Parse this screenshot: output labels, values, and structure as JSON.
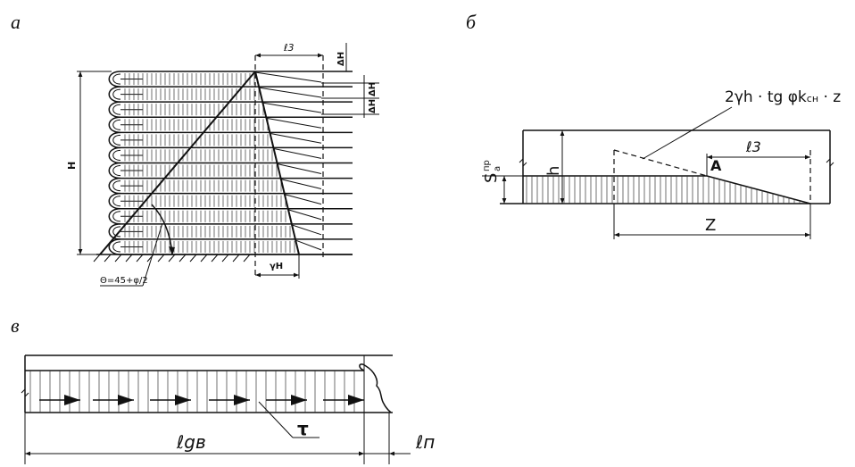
{
  "panels": {
    "a": {
      "label": "а",
      "dim_l3": "ℓ3",
      "dim_dH_top": "ΔH",
      "dim_dH_2": "ΔH",
      "dim_dH_3": "ΔH",
      "dim_H": "H",
      "dim_gammaH": "γH",
      "angle": "Θ=45+φ/2",
      "layers": 12
    },
    "b": {
      "label": "б",
      "formula": "2γh · tg φk",
      "formula_sub": "сн",
      "formula_tail": " · z",
      "S_main": "S",
      "S_sup": "пр",
      "S_sub": "a",
      "dim_h": "h",
      "point": "A",
      "dim_l3": "ℓ3",
      "dim_z": "Z"
    },
    "c": {
      "label": "в",
      "tau": "τ",
      "dim_lgv": "ℓgв",
      "dim_ln": "ℓп"
    }
  }
}
